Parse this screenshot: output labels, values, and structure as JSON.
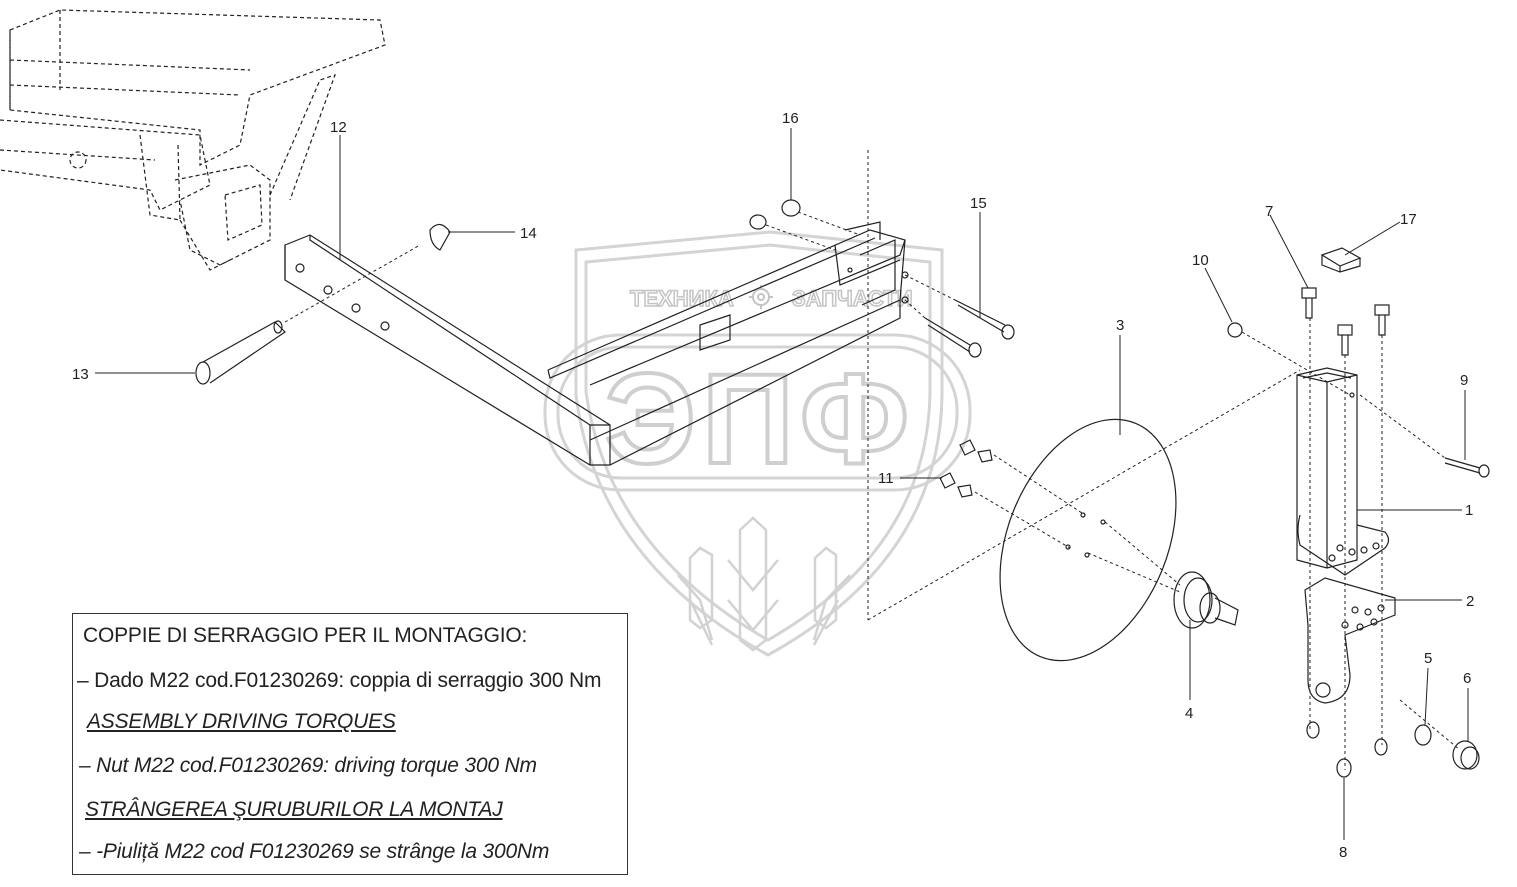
{
  "watermark": {
    "top_text_left": "ТЕХНИКА",
    "top_text_right": "ЗАПЧАСТИ",
    "big_text": "ЭПФ",
    "gear_icon": "gear-icon",
    "wheat_icon": "wheat-icon"
  },
  "callouts": [
    {
      "id": "c1",
      "label": "1"
    },
    {
      "id": "c2",
      "label": "2"
    },
    {
      "id": "c3",
      "label": "3"
    },
    {
      "id": "c4",
      "label": "4"
    },
    {
      "id": "c5",
      "label": "5"
    },
    {
      "id": "c6",
      "label": "6"
    },
    {
      "id": "c7",
      "label": "7"
    },
    {
      "id": "c8",
      "label": "8"
    },
    {
      "id": "c9",
      "label": "9"
    },
    {
      "id": "c10",
      "label": "10"
    },
    {
      "id": "c11",
      "label": "11"
    },
    {
      "id": "c12",
      "label": "12"
    },
    {
      "id": "c13",
      "label": "13"
    },
    {
      "id": "c14",
      "label": "14"
    },
    {
      "id": "c15",
      "label": "15"
    },
    {
      "id": "c16",
      "label": "16"
    },
    {
      "id": "c17",
      "label": "17"
    }
  ],
  "notes": {
    "it_title": "COPPIE DI SERRAGGIO PER IL MONTAGGIO:",
    "it_line": "– Dado M22 cod.F01230269: coppia di serraggio 300 Nm",
    "en_title": "ASSEMBLY DRIVING TORQUES",
    "en_line": "– Nut M22 cod.F01230269: driving torque 300 Nm",
    "ro_title": "STRÂNGEREA ŞURUBURILOR LA MONTAJ",
    "ro_line": "– -Piuliță M22 cod F01230269 se strânge la 300Nm"
  },
  "colors": {
    "line": "#222222",
    "watermark": "#d9d9d9",
    "watermark_dark": "#c8c8c8"
  }
}
